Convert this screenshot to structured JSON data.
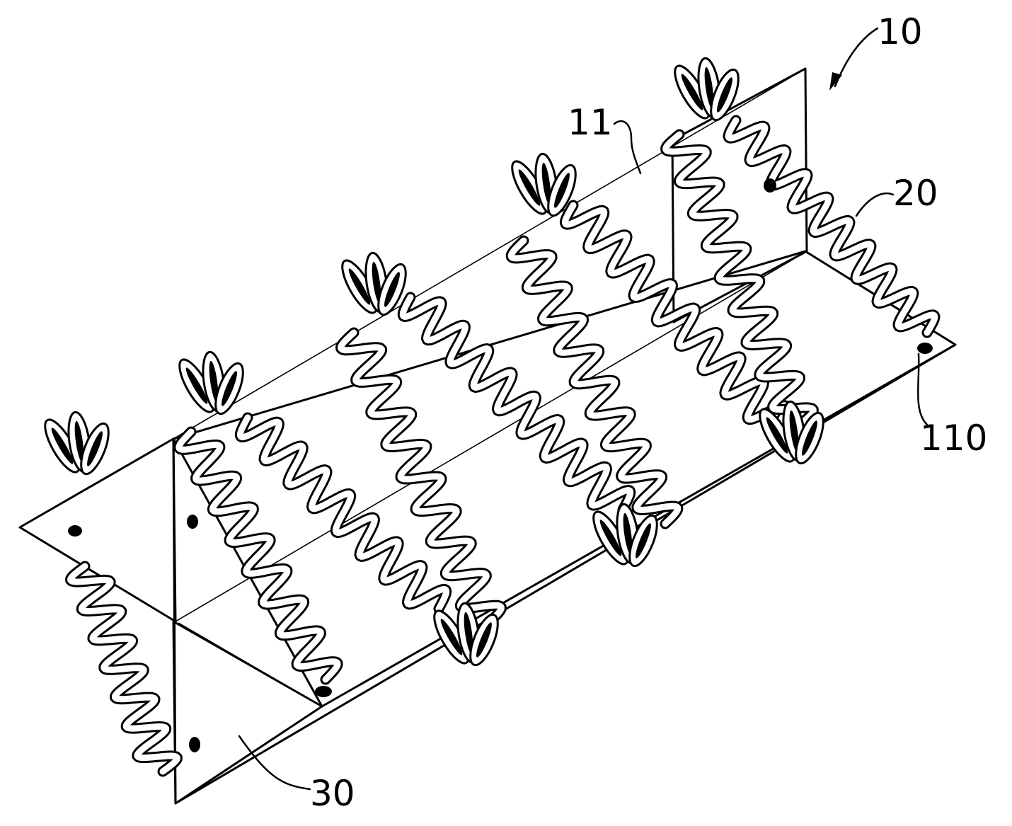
{
  "figure": {
    "labels": {
      "assembly": "10",
      "panel": "11",
      "spring": "20",
      "hole": "110",
      "triangle": "30"
    }
  }
}
